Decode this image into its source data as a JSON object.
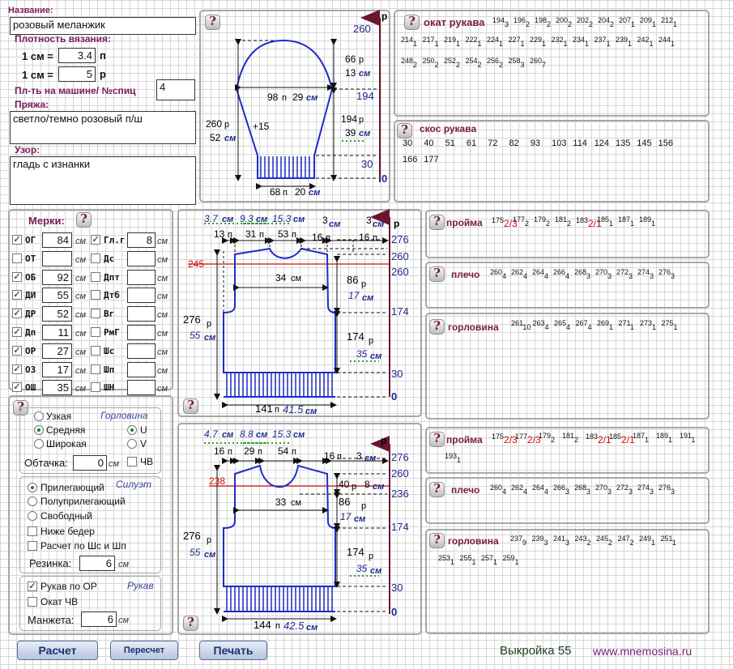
{
  "form": {
    "name_label": "Название:",
    "name_value": "розовый меланжик",
    "density_label": "Плотность вязания:",
    "cm_label1": "1 см =",
    "density_p": "3.4",
    "unit_p": "п",
    "cm_label2": "1 см =",
    "density_r": "5",
    "unit_r": "р",
    "machine_label": "Пл-ть на машине/ №спиц",
    "machine_value": "4",
    "yarn_label": "Пряжа:",
    "yarn_value": "светло/темно розовый п/ш",
    "pattern_label": "Узор:",
    "pattern_value": "гладь с изнанки"
  },
  "measures": {
    "title": "Мерки:",
    "unit": "см",
    "rows": [
      {
        "c1": true,
        "l1": "ОГ",
        "v1": "84",
        "c2": true,
        "l2": "Гл.г.",
        "v2": "8"
      },
      {
        "c1": false,
        "l1": "ОТ",
        "v1": "",
        "c2": false,
        "l2": "Дс",
        "v2": ""
      },
      {
        "c1": true,
        "l1": "ОБ",
        "v1": "92",
        "c2": false,
        "l2": "Дпт",
        "v2": ""
      },
      {
        "c1": true,
        "l1": "ДИ",
        "v1": "55",
        "c2": false,
        "l2": "Дтб",
        "v2": ""
      },
      {
        "c1": true,
        "l1": "ДР",
        "v1": "52",
        "c2": false,
        "l2": "Вг",
        "v2": ""
      },
      {
        "c1": true,
        "l1": "Дп",
        "v1": "11",
        "c2": false,
        "l2": "РмГ",
        "v2": ""
      },
      {
        "c1": true,
        "l1": "ОР",
        "v1": "27",
        "c2": false,
        "l2": "Шс",
        "v2": ""
      },
      {
        "c1": true,
        "l1": "ОЗ",
        "v1": "17",
        "c2": false,
        "l2": "Шп",
        "v2": ""
      },
      {
        "c1": true,
        "l1": "ОШ",
        "v1": "35",
        "c2": false,
        "l2": "ШН",
        "v2": ""
      }
    ]
  },
  "neckline": {
    "title": "Горловина",
    "narrow": "Узкая",
    "medium": "Средняя",
    "wide": "Широкая",
    "u": "U",
    "v": "V",
    "trim_label": "Обтачка:",
    "trim_value": "0",
    "unit": "см",
    "cv": "ЧВ"
  },
  "silhouette": {
    "title": "Силуэт",
    "fitted": "Прилегающий",
    "semi": "Полуприлегающий",
    "loose": "Свободный",
    "below_hips": "Ниже бедер",
    "calc": "Расчет по Шс и Шп",
    "rib_label": "Резинка:",
    "rib_value": "6",
    "unit": "см"
  },
  "sleeve": {
    "title": "Рукав",
    "by_or": "Рукав по ОР",
    "cap_cv": "Окат ЧВ",
    "cuff_label": "Манжета:",
    "cuff_value": "6",
    "unit": "см"
  },
  "buttons": {
    "calc": "Расчет",
    "recalc": "Пересчет",
    "print": "Печать"
  },
  "footer": {
    "pattern_no": "Выкройка 55",
    "site": "www.mnemosina.ru"
  },
  "rows": {
    "sleeve_cap": {
      "title": "окат рукава",
      "l1": [
        [
          "194",
          "3"
        ],
        [
          "196",
          "2"
        ],
        [
          "198",
          "2"
        ],
        [
          "200",
          "2"
        ],
        [
          "202",
          "2"
        ],
        [
          "204",
          "2"
        ],
        [
          "207",
          "1"
        ],
        [
          "209",
          "1"
        ],
        [
          "212",
          "1"
        ]
      ],
      "l2": [
        [
          "214",
          "1"
        ],
        [
          "217",
          "1"
        ],
        [
          "219",
          "1"
        ],
        [
          "222",
          "1"
        ],
        [
          "224",
          "1"
        ],
        [
          "227",
          "1"
        ],
        [
          "229",
          "1"
        ],
        [
          "232",
          "1"
        ],
        [
          "234",
          "1"
        ],
        [
          "237",
          "1"
        ],
        [
          "239",
          "1"
        ],
        [
          "242",
          "1"
        ],
        [
          "244",
          "1"
        ]
      ],
      "l3": [
        [
          "248",
          "2"
        ],
        [
          "250",
          "2"
        ],
        [
          "252",
          "2"
        ],
        [
          "254",
          "2"
        ],
        [
          "256",
          "2"
        ],
        [
          "258",
          "3"
        ],
        [
          "260",
          "7"
        ]
      ]
    },
    "sleeve_bevel": {
      "title": "скос рукава",
      "l1": [
        "30",
        "40",
        "51",
        "61",
        "72",
        "82",
        "93",
        "103",
        "114",
        "124",
        "135",
        "145",
        "156"
      ],
      "l2": [
        "166",
        "177"
      ]
    },
    "back_armhole": {
      "title": "пройма",
      "items": [
        [
          "175",
          "2/3"
        ],
        [
          "177",
          "2"
        ],
        [
          "179",
          "2"
        ],
        [
          "181",
          "2"
        ],
        [
          "183",
          "2/1"
        ],
        [
          "185",
          "1"
        ],
        [
          "187",
          "1"
        ],
        [
          "189",
          "1"
        ]
      ]
    },
    "back_shoulder": {
      "title": "плечо",
      "items": [
        [
          "260",
          "4"
        ],
        [
          "262",
          "4"
        ],
        [
          "264",
          "4"
        ],
        [
          "266",
          "4"
        ],
        [
          "268",
          "3"
        ],
        [
          "270",
          "3"
        ],
        [
          "272",
          "3"
        ],
        [
          "274",
          "3"
        ],
        [
          "276",
          "3"
        ]
      ]
    },
    "back_neck": {
      "title": "горловина",
      "items": [
        [
          "261",
          "10"
        ],
        [
          "263",
          "4"
        ],
        [
          "265",
          "4"
        ],
        [
          "267",
          "4"
        ],
        [
          "269",
          "1"
        ],
        [
          "271",
          "1"
        ],
        [
          "273",
          "1"
        ],
        [
          "275",
          "1"
        ]
      ]
    },
    "front_armhole": {
      "title": "пройма",
      "items": [
        [
          "175",
          "2/3"
        ],
        [
          "177",
          "2/3"
        ],
        [
          "179",
          "2"
        ],
        [
          "181",
          "2"
        ],
        [
          "183",
          "2/1"
        ],
        [
          "185",
          "2/1"
        ],
        [
          "187",
          "1"
        ],
        [
          "189",
          "1"
        ],
        [
          "191",
          "1"
        ]
      ],
      "extra": [
        "193",
        "1"
      ]
    },
    "front_shoulder": {
      "title": "плечо",
      "items": [
        [
          "260",
          "4"
        ],
        [
          "262",
          "4"
        ],
        [
          "264",
          "4"
        ],
        [
          "266",
          "3"
        ],
        [
          "268",
          "3"
        ],
        [
          "270",
          "3"
        ],
        [
          "272",
          "3"
        ],
        [
          "274",
          "3"
        ],
        [
          "276",
          "3"
        ]
      ]
    },
    "front_neck": {
      "title": "горловина",
      "l1": [
        [
          "237",
          "9"
        ],
        [
          "239",
          "3"
        ],
        [
          "241",
          "3"
        ],
        [
          "243",
          "2"
        ],
        [
          "245",
          "2"
        ],
        [
          "247",
          "2"
        ],
        [
          "249",
          "1"
        ],
        [
          "251",
          "1"
        ]
      ],
      "l2": [
        [
          "253",
          "1"
        ],
        [
          "255",
          "1"
        ],
        [
          "257",
          "1"
        ],
        [
          "259",
          "1"
        ]
      ]
    }
  },
  "diagrams": {
    "p": "р",
    "n": "п",
    "cm": "см",
    "sleeve": {
      "top": "260",
      "cap_r": "66",
      "cap_cm": "13",
      "cap_start": "194",
      "width_n": "98",
      "width_cm": "29",
      "len_r": "260",
      "len_cm": "52",
      "bevel": "+15",
      "bev_r": "194",
      "bev_cm": "39",
      "rib": "30",
      "zero": "0",
      "cuff_n": "68",
      "cuff_cm": "20"
    },
    "back": {
      "t1": "3.7",
      "t2": "9.3",
      "t3": "15.3",
      "t4": "3",
      "t5": "3",
      "n1": "13",
      "n2": "31",
      "n3": "53",
      "n4": "16",
      "n5": "16",
      "r276": "276",
      "r260a": "260",
      "r260b": "260",
      "red": "245",
      "neck_cm": "34",
      "arm_r": "86",
      "arm_cm": "17",
      "r174": "174",
      "len_r": "276",
      "len_cm": "55",
      "mid_r": "174",
      "mid_cm": "35",
      "rib": "30",
      "zero": "0",
      "w_n": "141",
      "w_cm": "41.5"
    },
    "front": {
      "t1": "4.7",
      "t2": "8.8",
      "t3": "15.3",
      "t5": "3",
      "n1": "16",
      "n2": "29",
      "n3": "54",
      "n4": "16",
      "r276": "276",
      "r260": "260",
      "r236": "236",
      "red": "238",
      "neck_cm": "33",
      "neck_r": "40",
      "neck_r_cm": "8",
      "arm_r": "86",
      "arm_cm": "17",
      "r174": "174",
      "len_r": "276",
      "len_cm": "55",
      "mid_r": "174",
      "mid_cm": "35",
      "rib": "30",
      "zero": "0",
      "w_n": "144",
      "w_cm": "42.5"
    }
  }
}
